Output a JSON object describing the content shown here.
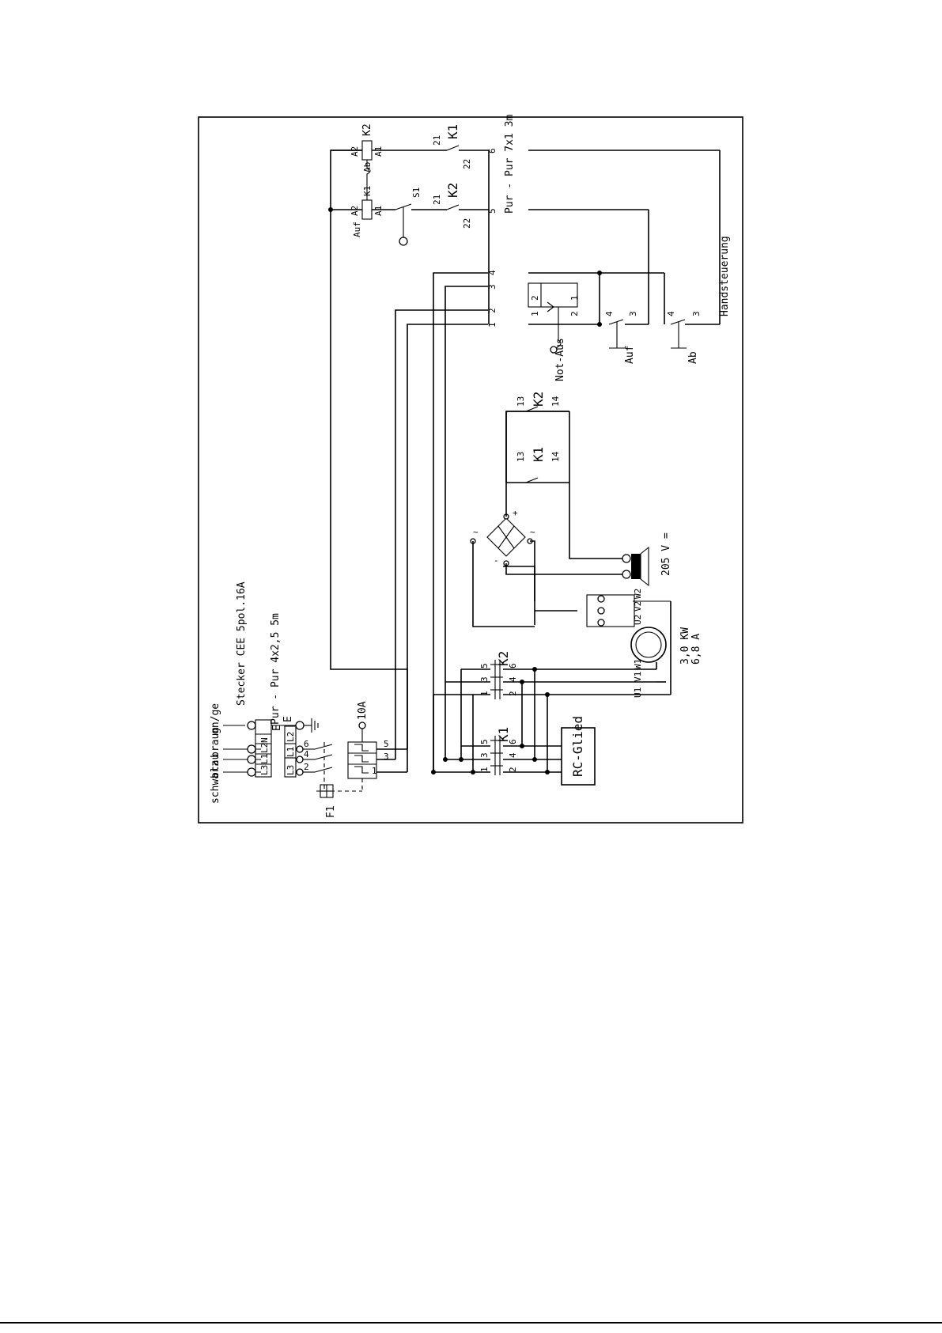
{
  "supply": {
    "wire_colors": [
      "gn/ge",
      "braun",
      "blau",
      "schwarz"
    ],
    "plug_label": "Stecker CEE 5pol.16A",
    "cable_label": "Pur - Pur 4x2,5 5m",
    "earth_label": "E",
    "phase_columns": [
      "L3",
      "L1",
      "L2",
      "N",
      "E"
    ],
    "plug_columns": [
      "L3",
      "L1",
      "L2"
    ]
  },
  "fuse": {
    "label": "F1",
    "rating": "10A",
    "terminals": [
      "1",
      "3",
      "5",
      "2",
      "4",
      "6"
    ]
  },
  "contactor_k1": {
    "label": "K1",
    "aux_labels": [
      "13",
      "14"
    ],
    "coil_labels": [
      "A1",
      "A2"
    ],
    "nc_labels": [
      "21",
      "22"
    ],
    "main_terminals": [
      "1",
      "3",
      "5",
      "2",
      "4",
      "6"
    ]
  },
  "contactor_k2": {
    "label": "K2",
    "aux_labels": [
      "13",
      "14"
    ],
    "coil_labels": [
      "A1",
      "A2"
    ],
    "nc_labels": [
      "21",
      "22"
    ],
    "main_terminals": [
      "1",
      "3",
      "5",
      "2",
      "4",
      "6"
    ]
  },
  "rc_block": {
    "label": "RC-Glied"
  },
  "motor": {
    "power": "3,0 KW",
    "current": "6,8 A",
    "terminals": [
      "U1",
      "V1",
      "W1",
      "U2",
      "V2",
      "W2"
    ]
  },
  "brake": {
    "voltage": "205 V ="
  },
  "rectifier": {
    "labels": [
      "~",
      "~",
      "+",
      "-"
    ]
  },
  "control": {
    "switch_s1": "S1",
    "auf_coil": "Auf",
    "ab_coil": "Ab",
    "interlock_k1": "K1",
    "cable_label": "Pur - Pur 7x1 3m",
    "terminal_numbers": [
      "1",
      "2",
      "3",
      "4",
      "5",
      "6"
    ]
  },
  "pendant": {
    "title": "Handsteuerung",
    "not_aus": "Not-Aus",
    "up": "Auf",
    "down": "Ab",
    "contact_numbers": [
      "1",
      "2",
      "3",
      "4"
    ]
  }
}
